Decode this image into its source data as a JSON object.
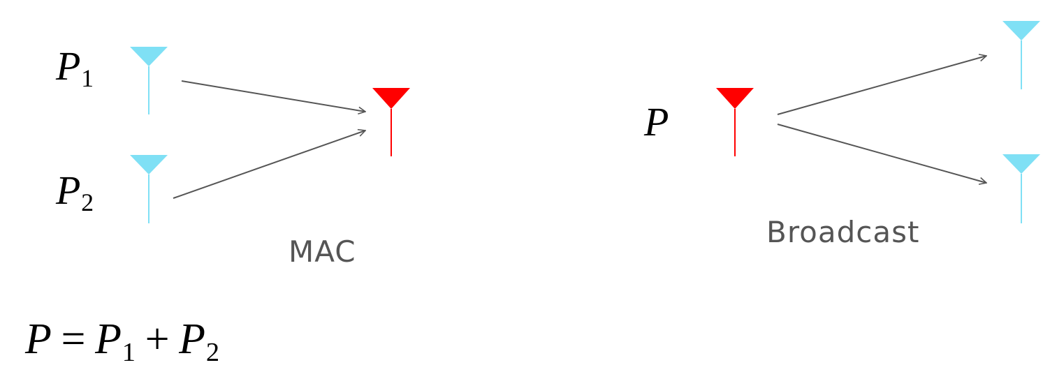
{
  "mac": {
    "caption": "MAC",
    "label_p1": {
      "symbol": "P",
      "subscript": "1"
    },
    "label_p2": {
      "symbol": "P",
      "subscript": "2"
    }
  },
  "broadcast": {
    "caption": "Broadcast",
    "label_p": {
      "symbol": "P"
    }
  },
  "equation": {
    "lhs": "P",
    "equals": "=",
    "term1": {
      "symbol": "P",
      "subscript": "1"
    },
    "plus": "+",
    "term2": {
      "symbol": "P",
      "subscript": "2"
    }
  },
  "colors": {
    "transmitter_antenna": "#7fe0f5",
    "receiver_antenna": "#ff0000",
    "arrow": "#555555",
    "text": "#000000",
    "caption": "#555555"
  },
  "icons": {
    "antenna": "antenna-icon",
    "arrow": "arrow-icon"
  }
}
